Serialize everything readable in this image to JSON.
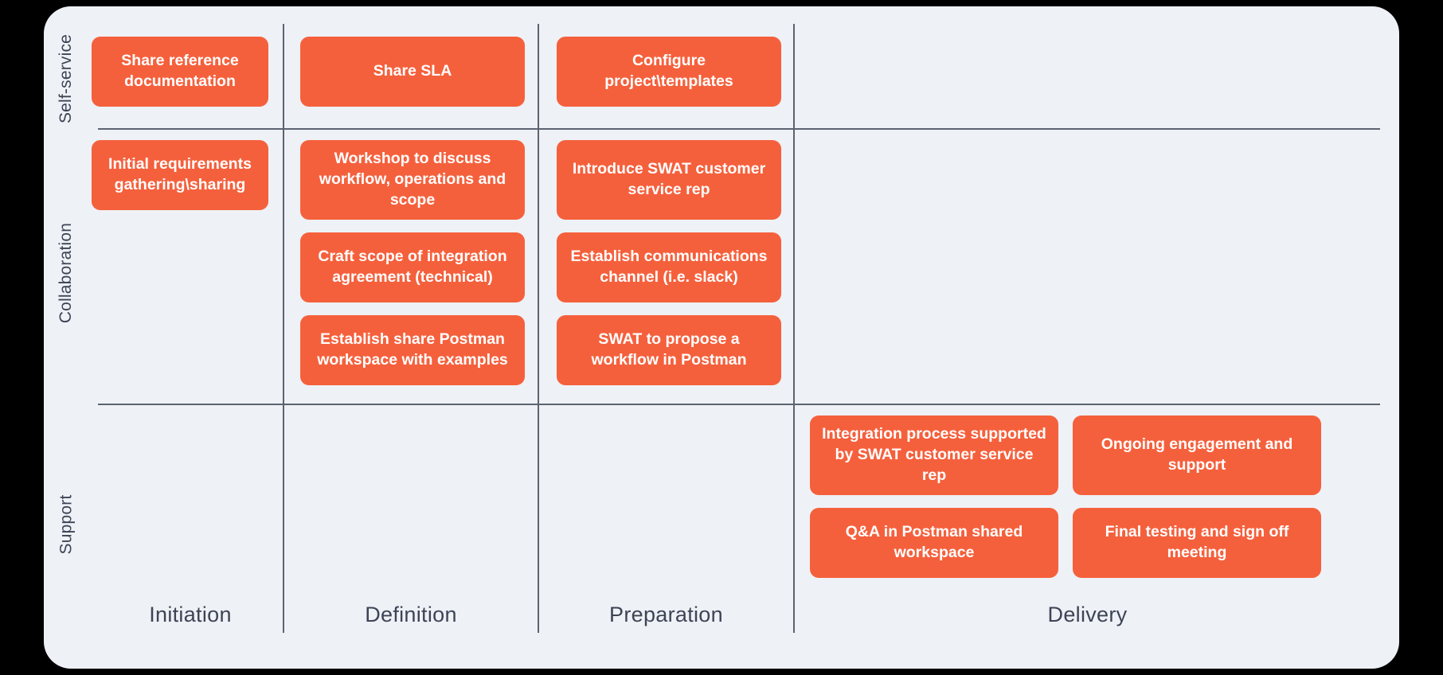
{
  "board": {
    "background_color": "#eef1f6",
    "card_color": "#f5603c",
    "line_color": "#5c6270",
    "text_color": "#3d4455"
  },
  "rows": [
    {
      "id": "self-service",
      "label": "Self-service"
    },
    {
      "id": "collaboration",
      "label": "Collaboration"
    },
    {
      "id": "support",
      "label": "Support"
    }
  ],
  "columns": [
    {
      "id": "initiation",
      "label": "Initiation"
    },
    {
      "id": "definition",
      "label": "Definition"
    },
    {
      "id": "preparation",
      "label": "Preparation"
    },
    {
      "id": "delivery",
      "label": "Delivery"
    }
  ],
  "cells": {
    "self_initiation": [
      "Share reference documentation"
    ],
    "self_definition": [
      "Share SLA"
    ],
    "self_preparation": [
      "Configure project\\templates"
    ],
    "self_delivery": [],
    "collab_initiation": [
      "Initial requirements gathering\\sharing"
    ],
    "collab_definition": [
      "Workshop to discuss workflow, operations and scope",
      "Craft scope of integration agreement (technical)",
      "Establish share Postman workspace with examples"
    ],
    "collab_preparation": [
      "Introduce SWAT customer service rep",
      "Establish communications channel (i.e. slack)",
      "SWAT to propose a workflow in Postman"
    ],
    "collab_delivery": [],
    "support_initiation": [],
    "support_definition": [],
    "support_preparation": [],
    "support_delivery": [
      "Integration process supported by SWAT customer service rep",
      "Ongoing engagement and support",
      "Q&A in Postman shared workspace",
      "Final testing and sign off meeting"
    ]
  }
}
